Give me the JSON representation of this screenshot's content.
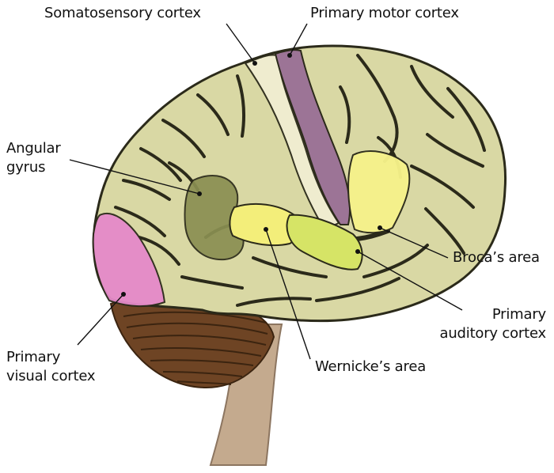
{
  "labels": {
    "somatosensory_cortex": "Somatosensory cortex",
    "primary_motor_cortex": "Primary motor cortex",
    "angular_gyrus": [
      "Angular",
      "gyrus"
    ],
    "brocas_area": "Broca’s area",
    "primary_auditory_cortex": [
      "Primary",
      "auditory cortex"
    ],
    "primary_visual_cortex": [
      "Primary",
      "visual cortex"
    ],
    "wernickes_area": "Wernicke’s area"
  },
  "colors": {
    "cortex": "#d9d8a4",
    "sulcus": "#2b2a1a",
    "somatosensory": "#f1eed2",
    "motor": "#9c7496",
    "angular": "#8a8f52",
    "wernicke": "#f3ee7a",
    "auditory": "#d6e466",
    "broca": "#f6f28a",
    "visual": "#e58ac9",
    "cerebellum": "#6e4424",
    "brainstem": "#c4aa8e"
  }
}
